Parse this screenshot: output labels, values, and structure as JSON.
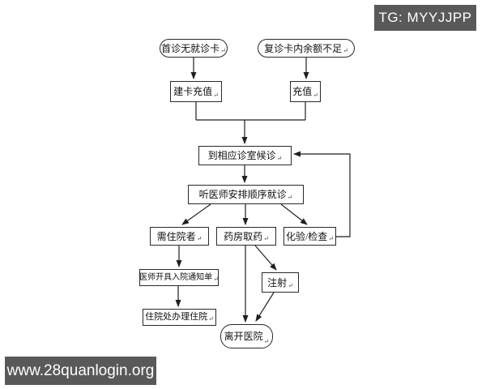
{
  "badges": {
    "telegram": {
      "label": "TG: MYYJJPP",
      "bg": "#595959",
      "fg": "#ffffff"
    },
    "watermark": {
      "label": "www.28quanlogin.org",
      "bg": "#595959",
      "fg": "#ffffff"
    }
  },
  "flowchart": {
    "return_mark": "↵",
    "line_color": "#1f1f1f",
    "node_border_color": "#2a2a2a",
    "background": "#ffffff",
    "nodes": {
      "first_visit": "首诊无就诊卡",
      "revisit_low_balance": "复诊卡内余额不足",
      "create_card_recharge": "建卡充值",
      "recharge": "充值",
      "wait_at_clinic": "到相应诊室候诊",
      "see_doctor_in_order": "听医师安排顺序就诊",
      "need_hospitalization": "需住院者",
      "pharmacy_pickup": "药房取药",
      "lab_test": "化验/检查",
      "admission_notice": "医师开具入院通知单",
      "admission_handle": "住院处办理住院",
      "injection": "注射",
      "leave_hospital": "离开医院"
    }
  }
}
